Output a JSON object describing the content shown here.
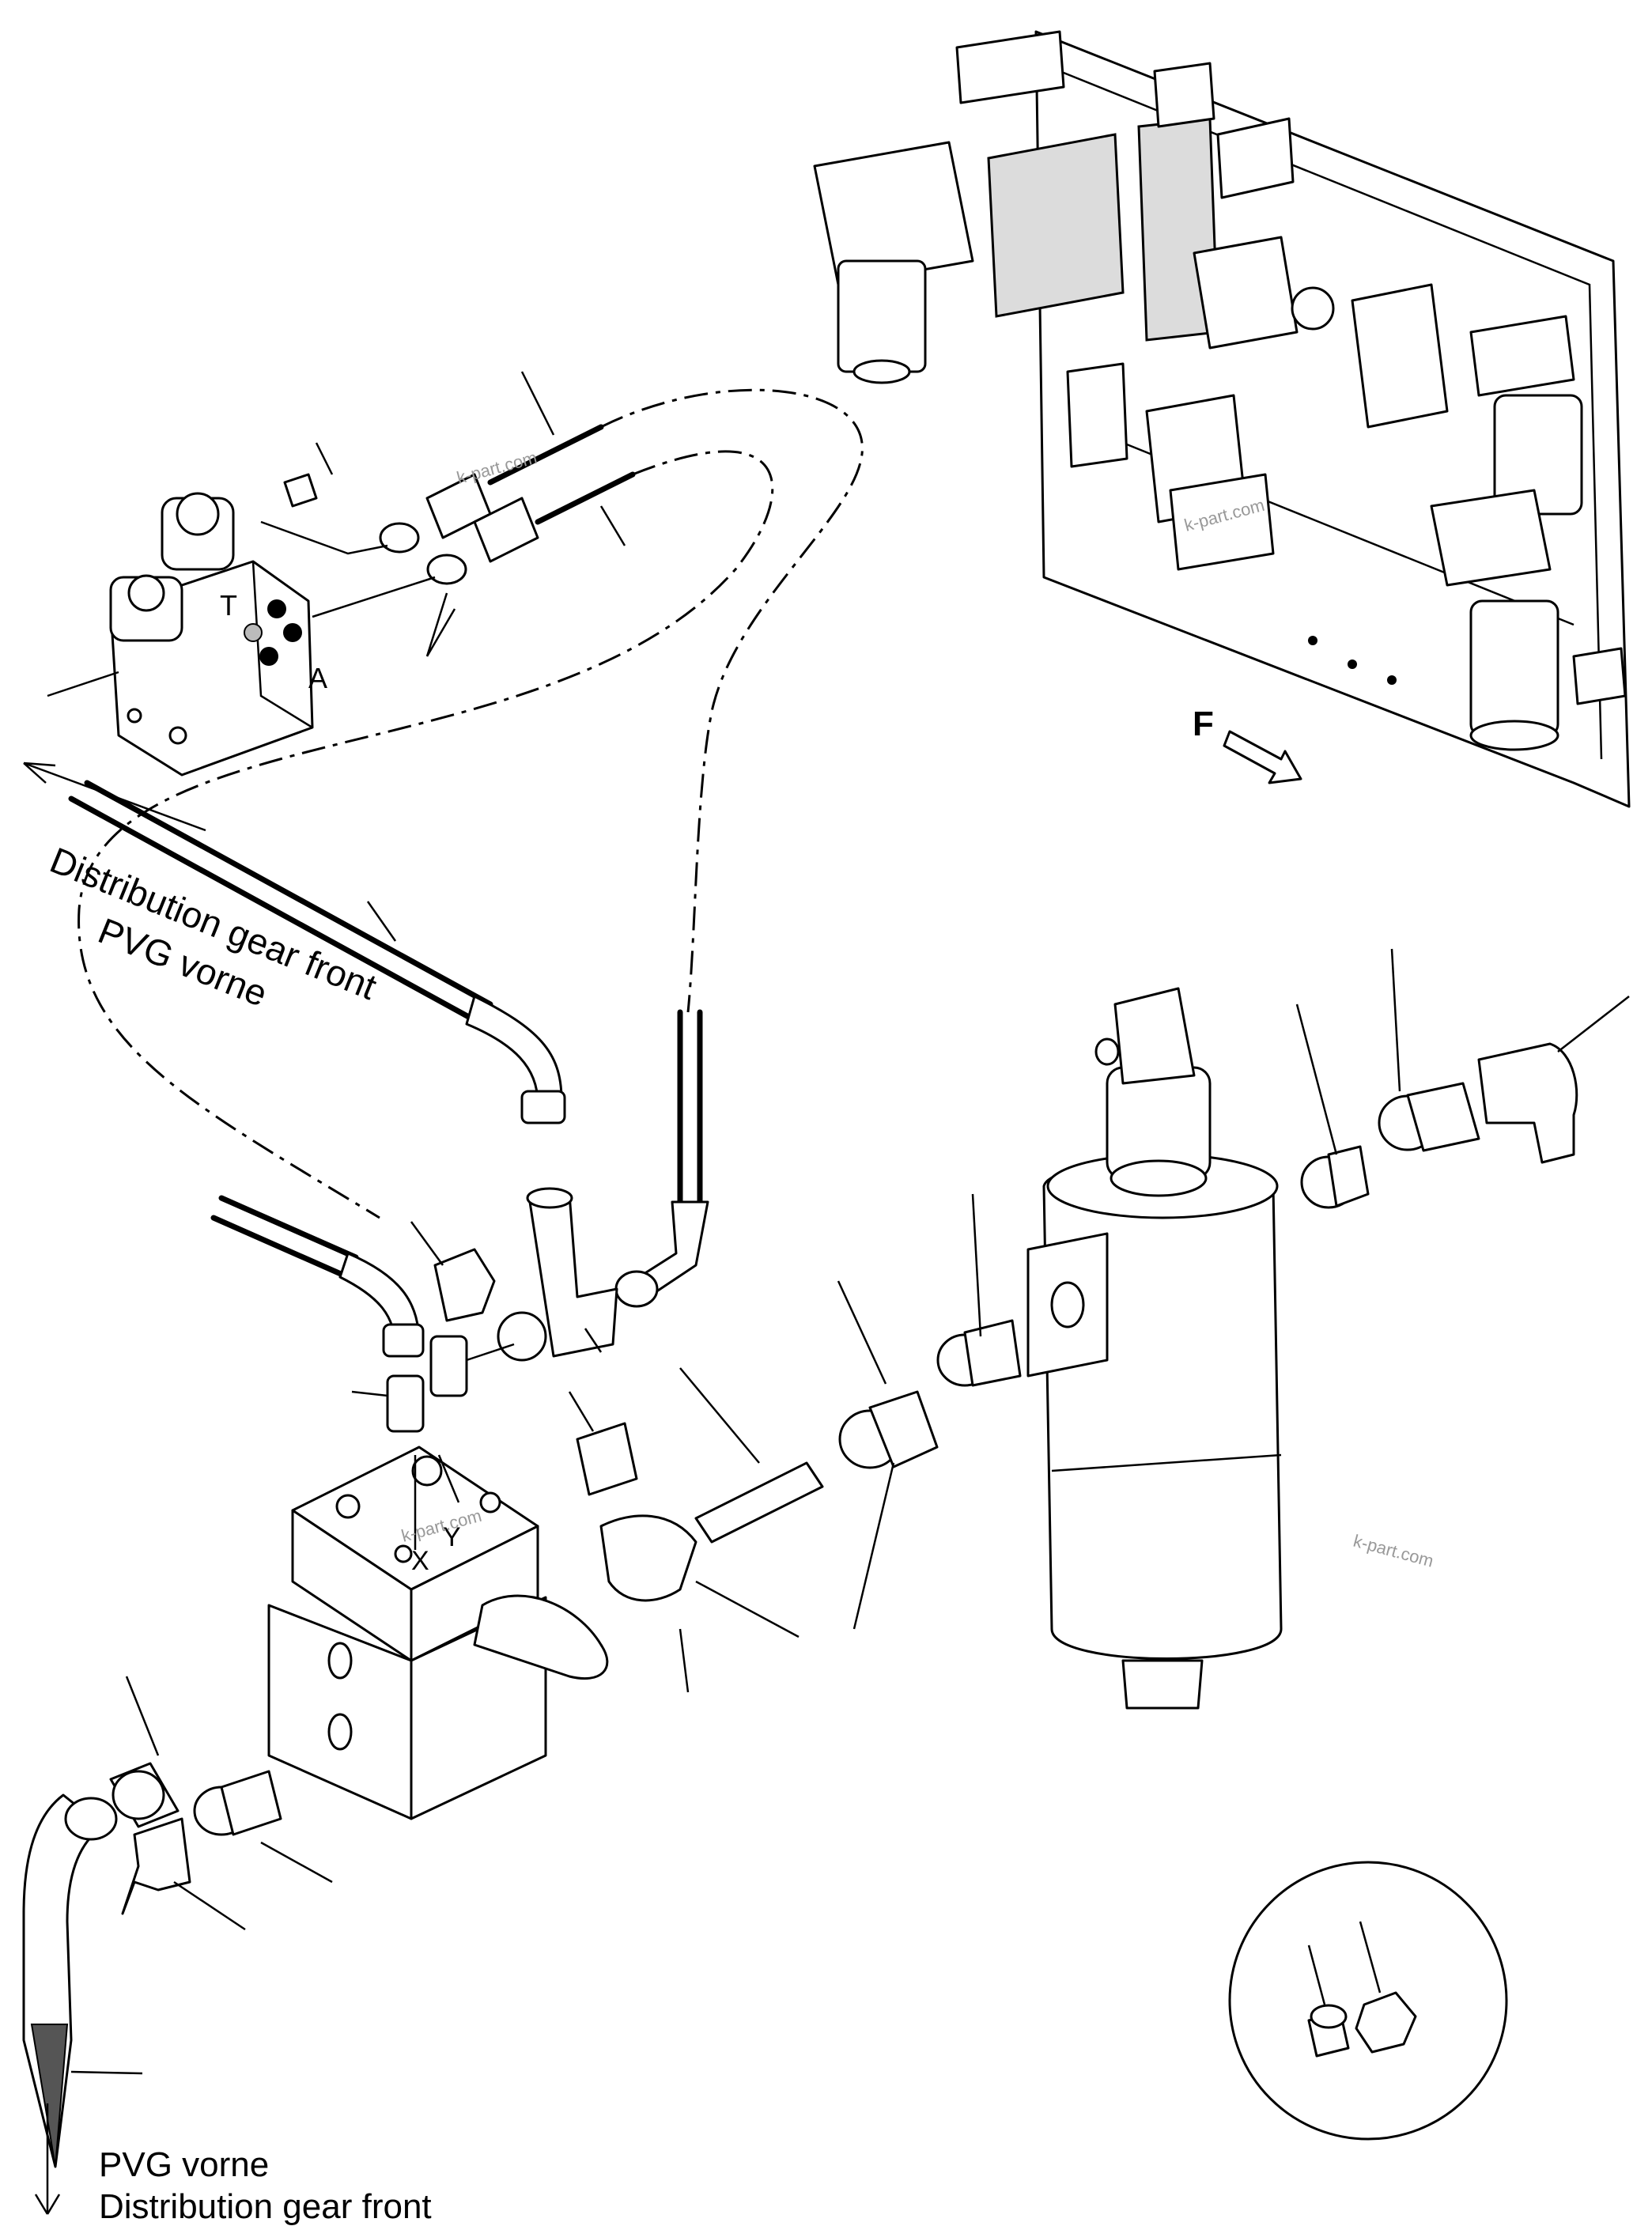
{
  "labels": {
    "distribution_top_line1": "Distribution gear front",
    "distribution_top_line2": "PVG vorne",
    "bottom_line1": "PVG vorne",
    "bottom_line2": "Distribution gear front",
    "port_t": "T",
    "port_a": "A",
    "port_x": "X",
    "port_y": "Y",
    "direction_f": "F"
  },
  "watermarks": [
    "k-part.com",
    "k-part.com",
    "k-part.com",
    "k-part.com"
  ]
}
